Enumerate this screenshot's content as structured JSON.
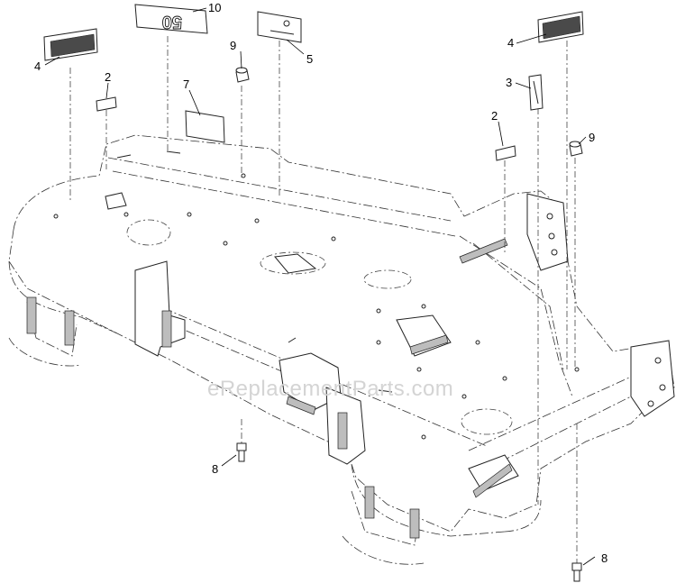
{
  "watermark": "eReplacementParts.com",
  "callouts": {
    "c10": "10",
    "c9a": "9",
    "c5": "5",
    "c4a": "4",
    "c2a": "2",
    "c7": "7",
    "c4b": "4",
    "c3": "3",
    "c2b": "2",
    "c9b": "9",
    "c8a": "8",
    "c8b": "8"
  },
  "decals": {
    "deck_size": "50"
  }
}
